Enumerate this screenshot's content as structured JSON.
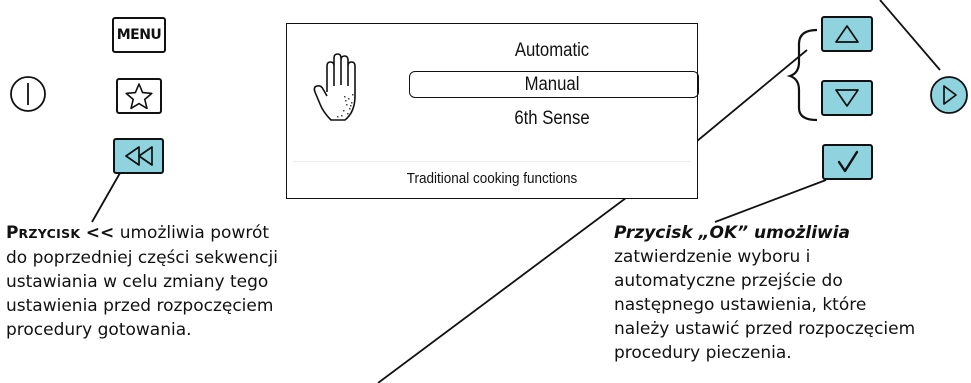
{
  "buttons": {
    "menu_label": "MENU",
    "power_icon": "power-icon",
    "favorite_icon": "star-icon",
    "back_icon": "rewind-icon",
    "up_icon": "triangle-up-icon",
    "down_icon": "triangle-down-icon",
    "ok_icon": "checkmark-icon",
    "next_icon": "triangle-right-icon",
    "teal_color": "#8fd3de"
  },
  "display": {
    "icon": "hand-icon",
    "options": [
      "Automatic",
      "Manual",
      "6th Sense"
    ],
    "selected_index": 1,
    "footer": "Traditional cooking functions"
  },
  "captions": {
    "back": {
      "title_first": "P",
      "title_rest": "RZYCISK",
      "title_symbol": "<<",
      "line1_rest": "umożliwia powrót",
      "lines": [
        "do poprzedniej części sekwencji",
        "ustawiania w celu zmiany tego",
        "ustawienia przed rozpoczęciem",
        "procedury gotowania."
      ]
    },
    "ok": {
      "title": "Przycisk „OK” umożliwia",
      "lines": [
        "zatwierdzenie wyboru i",
        "automatyczne przejście do",
        "następnego ustawienia, które",
        "należy ustawić przed rozpoczęciem",
        "procedury pieczenia."
      ]
    }
  }
}
